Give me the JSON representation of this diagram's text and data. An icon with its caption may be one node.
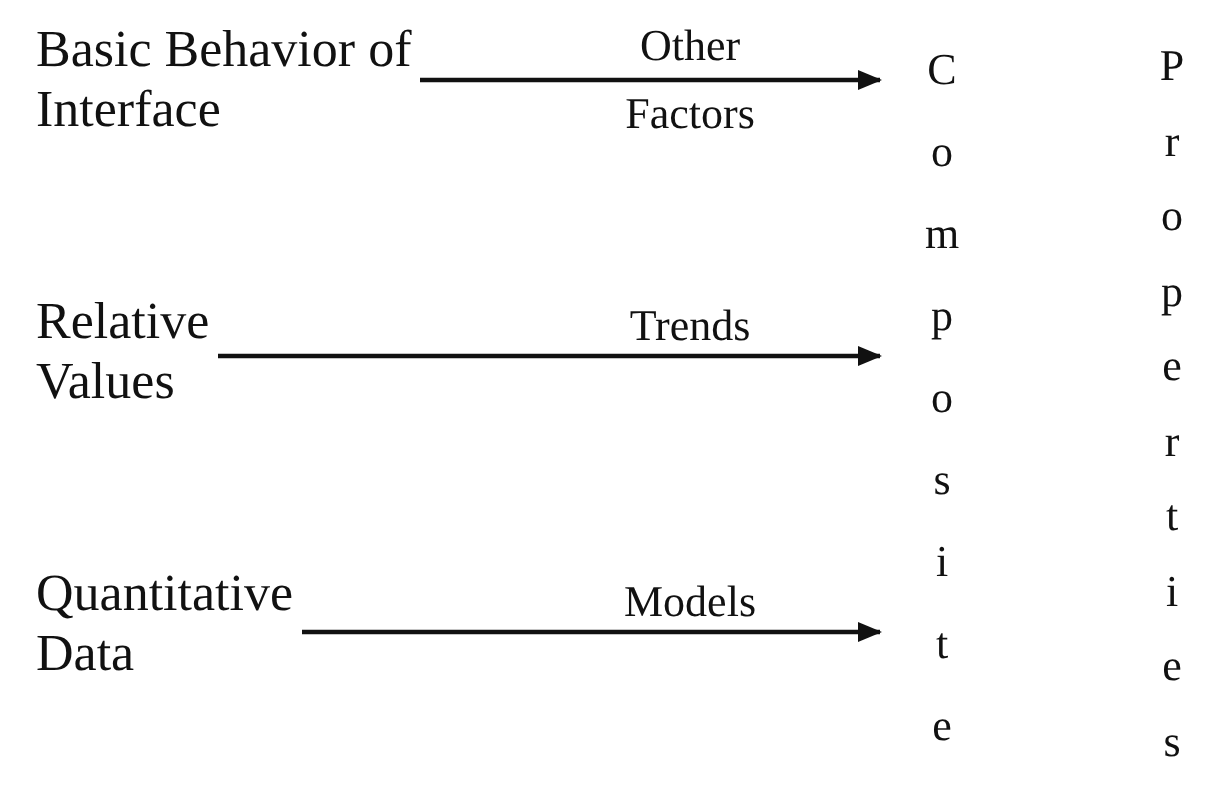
{
  "diagram": {
    "nodes": [
      {
        "text": [
          "Basic Behavior of Interface"
        ]
      },
      {
        "text": [
          "Relative Values"
        ]
      },
      {
        "text": [
          "Quantitative Data"
        ]
      },
      {
        "text": [
          "Composite",
          "Properties"
        ]
      }
    ],
    "edges": [
      {
        "from": 0,
        "to": 3,
        "arrow": "to",
        "label": "Other Factors"
      },
      {
        "from": 1,
        "to": 3,
        "arrow": "to",
        "label": "Trends"
      },
      {
        "from": 2,
        "to": 3,
        "arrow": "to",
        "label": "Models"
      }
    ]
  }
}
